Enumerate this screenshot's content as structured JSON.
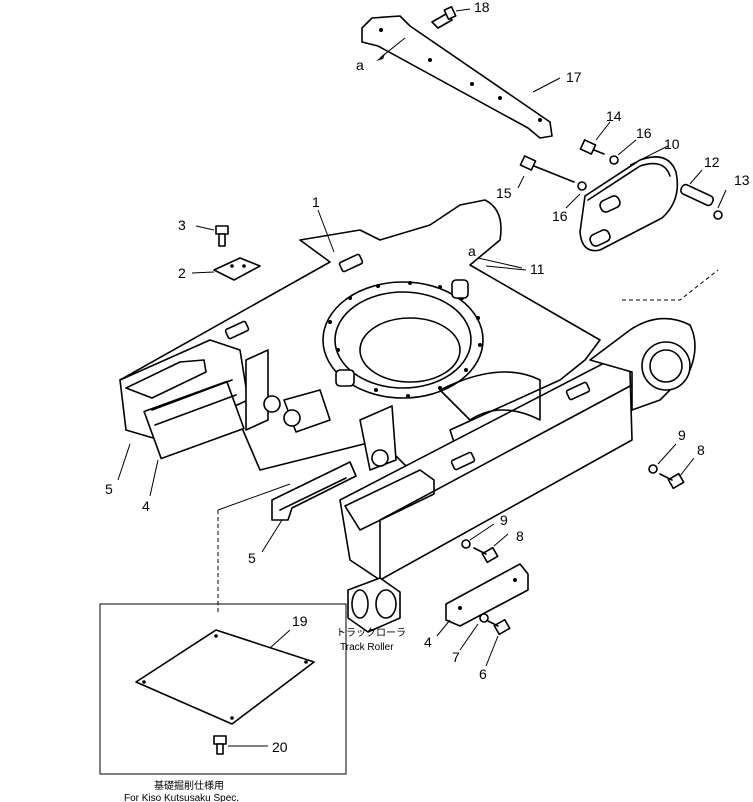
{
  "callouts": {
    "c1": "1",
    "c2": "2",
    "c3": "3",
    "c4a": "4",
    "c4b": "4",
    "c5a": "5",
    "c5b": "5",
    "c6": "6",
    "c7": "7",
    "c8a": "8",
    "c8b": "8",
    "c9a": "9",
    "c9b": "9",
    "c10": "10",
    "c11": "11",
    "c12": "12",
    "c13": "13",
    "c14": "14",
    "c15": "15",
    "c16a": "16",
    "c16b": "16",
    "c17": "17",
    "c18": "18",
    "c19": "19",
    "c20": "20",
    "ref_a1": "a",
    "ref_a2": "a"
  },
  "labels": {
    "track_roller_jp": "トラックローラ",
    "track_roller_en": "Track Roller",
    "spec_jp": "基礎掘削仕様用",
    "spec_en": "For Kiso Kutsusaku Spec."
  }
}
